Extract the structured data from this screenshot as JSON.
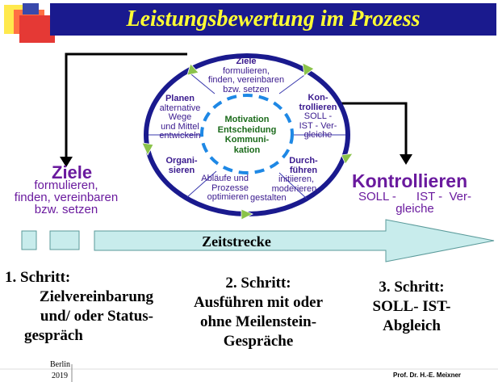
{
  "title": "Leistungsbewertung im Prozess",
  "colors": {
    "title_bg": "#1a1a8e",
    "title_text": "#ffff33",
    "accent_purple": "#6a1a9e",
    "cycle_blue": "#1a1a8e",
    "dashed_blue": "#1e88e5",
    "center_green": "#1a6a1a",
    "arrow_green": "#8bc34a",
    "bar_fill": "#c8ecec"
  },
  "cycle": {
    "ziele": {
      "head": "Ziele",
      "text": [
        "formulieren,",
        "finden, vereinbaren",
        "bzw. setzen"
      ]
    },
    "planen": {
      "head": "Planen",
      "text": [
        "alternative",
        "Wege",
        "und Mittel",
        "entwickeln"
      ]
    },
    "kontrollieren": {
      "head": [
        "Kon-",
        "trollieren"
      ],
      "text": [
        "SOLL -",
        "IST -  Ver-",
        "gleiche"
      ]
    },
    "organisieren": {
      "head": [
        "Organi-",
        "sieren"
      ],
      "text": [
        "Abläufe und",
        "Prozesse",
        "optimieren"
      ]
    },
    "durchfuehren": {
      "head": [
        "Durch-",
        "führen"
      ],
      "text": [
        "initiieren,",
        "moderieren,",
        "gestalten"
      ]
    },
    "center": [
      "Motivation",
      "Entscheidung",
      "Kommuni-",
      "kation"
    ]
  },
  "left": {
    "head": "Ziele",
    "text": [
      "formulieren,",
      "finden, vereinbaren",
      "bzw. setzen"
    ]
  },
  "right": {
    "head": "Kontrollieren",
    "text": [
      "SOLL -      IST -  Ver-",
      "gleiche"
    ]
  },
  "timeline": {
    "label": "Zeitstrecke"
  },
  "steps": [
    {
      "lines": [
        "1. Schritt:",
        "Zielvereinbarung",
        "und/ oder Status-",
        "gespräch"
      ]
    },
    {
      "lines": [
        "2. Schritt:",
        "Ausführen mit oder",
        "ohne Meilenstein-",
        "Gespräche"
      ]
    },
    {
      "lines": [
        "3. Schritt:",
        "SOLL- IST-",
        "Abgleich"
      ]
    }
  ],
  "footer": {
    "city": "Berlin",
    "year": "2019",
    "author": "Prof. Dr. H.-E. Meixner"
  }
}
